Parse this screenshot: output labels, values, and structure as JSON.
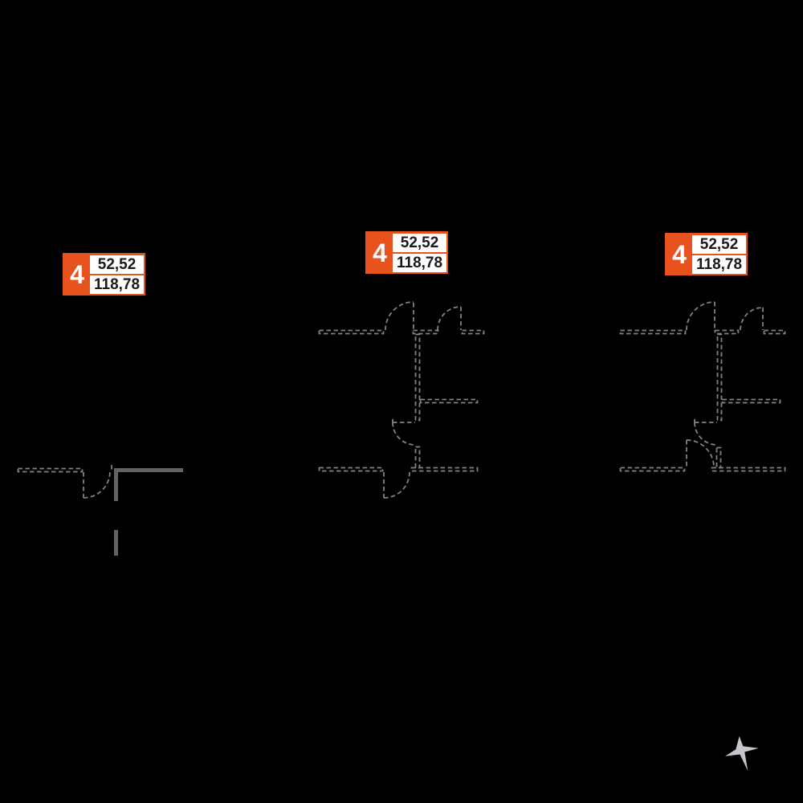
{
  "colors": {
    "background": "#000000",
    "accent": "#e8521f",
    "badge_text": "#1a1a1a",
    "badge_number_text": "#ffffff",
    "wall_solid": "#636363",
    "wall_dashed": "#828282",
    "star": "#c6c6ca"
  },
  "badges": [
    {
      "number": "4",
      "value_top": "52,52",
      "value_bottom": "118,78"
    },
    {
      "number": "4",
      "value_top": "52,52",
      "value_bottom": "118,78"
    },
    {
      "number": "4",
      "value_top": "52,52",
      "value_bottom": "118,78"
    }
  ],
  "icons": {
    "compass": "compass-star-icon"
  }
}
